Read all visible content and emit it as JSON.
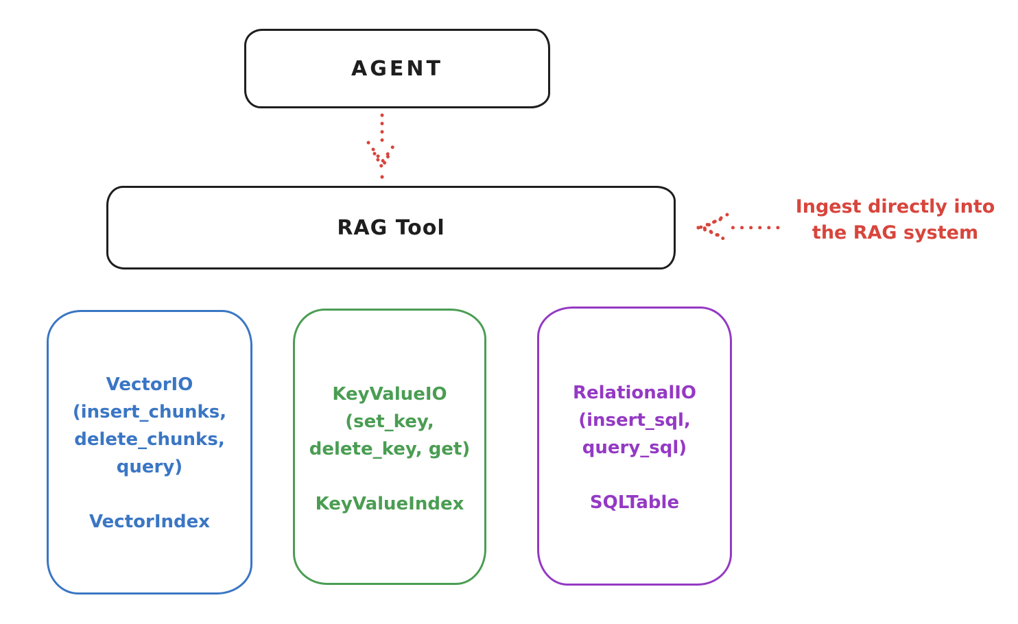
{
  "colors": {
    "ink": "#1e1e1e",
    "red": "#d8453c",
    "blue": "#3a76c4",
    "green": "#4a9d52",
    "purple": "#9439c4",
    "bg": "#ffffff"
  },
  "agent": {
    "label": "AGENT"
  },
  "rag_tool": {
    "label": "RAG Tool"
  },
  "annotation": {
    "line1": "Ingest directly into",
    "line2": "the RAG system"
  },
  "backends": [
    {
      "name": "vector-io",
      "lines": [
        "VectorIO",
        "(insert_chunks,",
        "delete_chunks,",
        "query)"
      ],
      "index": "VectorIndex"
    },
    {
      "name": "keyvalue-io",
      "lines": [
        "KeyValueIO",
        "(set_key,",
        "delete_key, get)"
      ],
      "index": "KeyValueIndex"
    },
    {
      "name": "relational-io",
      "lines": [
        "RelationalIO",
        "(insert_sql,",
        "query_sql)"
      ],
      "index": "SQLTable"
    }
  ]
}
